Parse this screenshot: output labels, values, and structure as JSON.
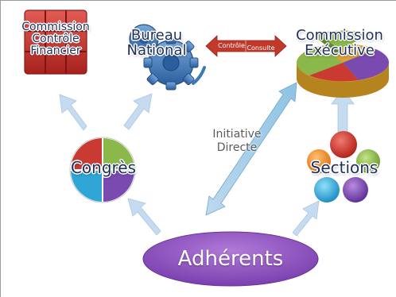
{
  "nodes": {
    "controle_financier": {
      "line1": "Commission",
      "line2": "Contrôle",
      "line3": "Financier"
    },
    "bureau_national": {
      "line1": "Bureau",
      "line2": "National"
    },
    "commission_executive": {
      "line1": "Commission",
      "line2": "Exécutive"
    },
    "congres": {
      "label": "Congrès"
    },
    "sections": {
      "label": "Sections"
    },
    "adherents": {
      "label": "Adhérents"
    }
  },
  "connectors": {
    "controle_tag": "Contrôle",
    "consulte_tag": "Consulte",
    "initiative_line1": "Initiative",
    "initiative_line2": "Directe"
  },
  "icons": [
    "red-block-grid-icon",
    "blue-gears-icon",
    "pie-chart-3d-icon",
    "quadrant-circle-icon",
    "colored-balls-icon"
  ],
  "colors": {
    "label_navy": "#1f2f5c",
    "adherents_purple": "#8a49b6",
    "arrow_light_blue": "#c3d8ee",
    "initiative_arrow": "#7fb3d7",
    "tag_red": "#c0392b",
    "red": "#c93a33",
    "green": "#8ab84a",
    "purple": "#7a4ab0",
    "cyan": "#2fa6d6",
    "orange": "#ef8a1e",
    "blue_gear": "#3f78b7"
  }
}
